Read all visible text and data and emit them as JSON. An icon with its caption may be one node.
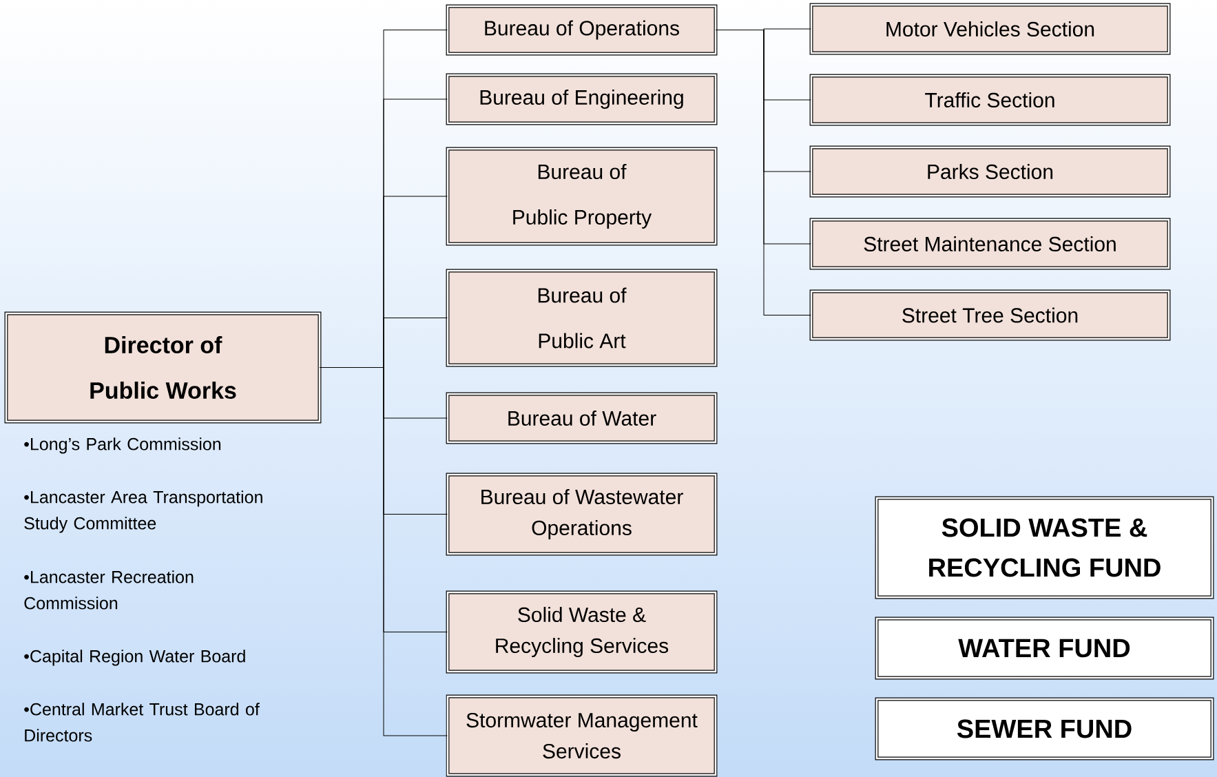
{
  "diagram": {
    "nodes": [
      {
        "text": [
          "Director of Public Works"
        ]
      },
      {
        "text": [
          "Bureau of Operations"
        ]
      },
      {
        "text": [
          "Bureau of Engineering"
        ]
      },
      {
        "text": [
          "Bureau of Public Property"
        ]
      },
      {
        "text": [
          "Bureau of Public Art"
        ]
      },
      {
        "text": [
          "Bureau of Water"
        ]
      },
      {
        "text": [
          "Bureau of Wastewater Operations"
        ]
      },
      {
        "text": [
          "Solid Waste & Recycling Services"
        ]
      },
      {
        "text": [
          "Stormwater Management Services"
        ]
      },
      {
        "text": [
          "Motor Vehicles Section"
        ]
      },
      {
        "text": [
          "Traffic Section"
        ]
      },
      {
        "text": [
          "Parks Section"
        ]
      },
      {
        "text": [
          "Street Maintenance Section"
        ]
      },
      {
        "text": [
          "Street Tree Section"
        ]
      },
      {
        "text": [
          "SOLID WASTE & RECYCLING FUND"
        ]
      },
      {
        "text": [
          "WATER FUND"
        ]
      },
      {
        "text": [
          "SEWER FUND"
        ]
      }
    ],
    "edges": [
      {
        "from": 0,
        "to": 1,
        "arrow": "none"
      },
      {
        "from": 0,
        "to": 2,
        "arrow": "none"
      },
      {
        "from": 0,
        "to": 3,
        "arrow": "none"
      },
      {
        "from": 0,
        "to": 4,
        "arrow": "none"
      },
      {
        "from": 0,
        "to": 5,
        "arrow": "none"
      },
      {
        "from": 0,
        "to": 6,
        "arrow": "none"
      },
      {
        "from": 0,
        "to": 7,
        "arrow": "none"
      },
      {
        "from": 0,
        "to": 8,
        "arrow": "none"
      },
      {
        "from": 1,
        "to": 9,
        "arrow": "none"
      },
      {
        "from": 1,
        "to": 10,
        "arrow": "none"
      },
      {
        "from": 1,
        "to": 11,
        "arrow": "none"
      },
      {
        "from": 1,
        "to": 12,
        "arrow": "none"
      },
      {
        "from": 1,
        "to": 13,
        "arrow": "none"
      }
    ],
    "labels": [
      "•Long’s Park Commission",
      "•Lancaster Area Transportation Study Committee",
      "•Lancaster Recreation Commission",
      "•Capital Region Water Board",
      "•Central Market Trust Board of Directors"
    ]
  }
}
